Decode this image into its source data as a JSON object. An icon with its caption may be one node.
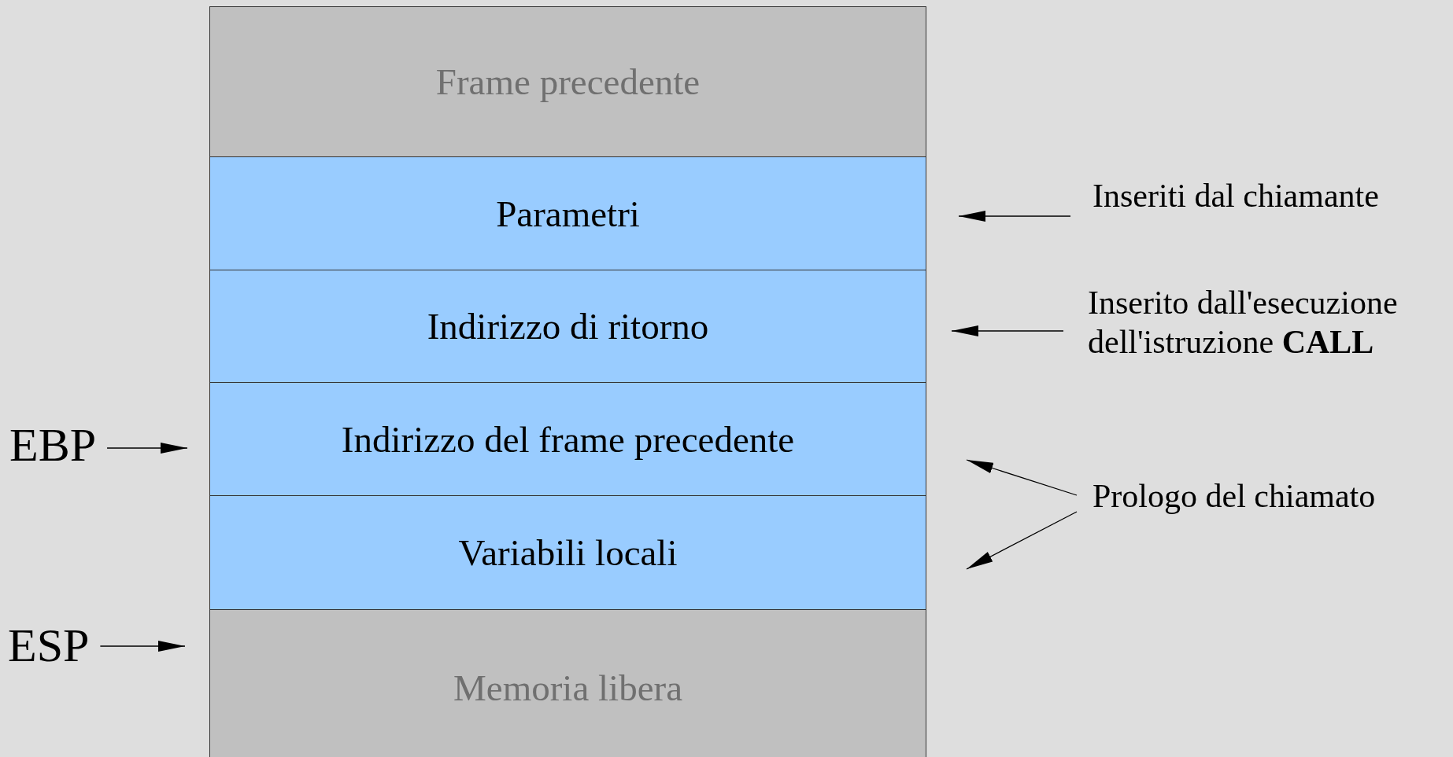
{
  "diagram": {
    "nodes": [
      {
        "text": [
          "Frame precedente"
        ]
      },
      {
        "text": [
          "Parametri"
        ]
      },
      {
        "text": [
          "Indirizzo di ritorno"
        ]
      },
      {
        "text": [
          "Indirizzo del frame precedente"
        ]
      },
      {
        "text": [
          "Variabili locali"
        ]
      },
      {
        "text": [
          "Memoria libera"
        ]
      },
      {
        "text": [
          "Inseriti dal chiamante"
        ]
      },
      {
        "text": [
          "Inserito dall'esecuzione dell'istruzione **CALL**"
        ]
      },
      {
        "text": [
          "Prologo del chiamato"
        ]
      },
      {
        "text": [
          "EBP"
        ]
      },
      {
        "text": [
          "ESP"
        ]
      }
    ],
    "edges": [
      {
        "from": 6,
        "to": 1,
        "arrow": "to"
      },
      {
        "from": 7,
        "to": 2,
        "arrow": "to"
      },
      {
        "from": 8,
        "to": 3,
        "arrow": "to"
      },
      {
        "from": 8,
        "to": 4,
        "arrow": "to"
      },
      {
        "from": 9,
        "to": 3,
        "arrow": "to"
      },
      {
        "from": 10,
        "to": 5,
        "arrow": "to"
      }
    ]
  }
}
